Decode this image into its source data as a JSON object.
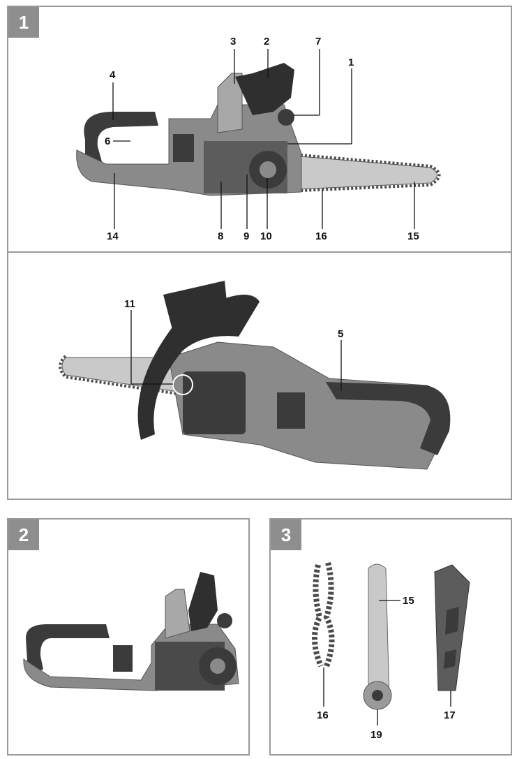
{
  "panels": [
    {
      "id": "1",
      "label": "1"
    },
    {
      "id": "2",
      "label": "2"
    },
    {
      "id": "3",
      "label": "3"
    }
  ],
  "callouts": {
    "p1a": [
      "3",
      "2",
      "7",
      "1",
      "4",
      "6",
      "14",
      "8",
      "9",
      "10",
      "16",
      "15"
    ],
    "p1b": [
      "11",
      "5"
    ],
    "p3": [
      "15",
      "16",
      "19",
      "17"
    ]
  },
  "colors": {
    "housing": "#8a8a8a",
    "housing_dark": "#5c5c5c",
    "grip": "#3b3b3b",
    "bar": "#c9c9c9",
    "chain": "#4a4a4a",
    "panel_border": "#9a9a9a",
    "tag_bg": "#8e8e8e"
  }
}
